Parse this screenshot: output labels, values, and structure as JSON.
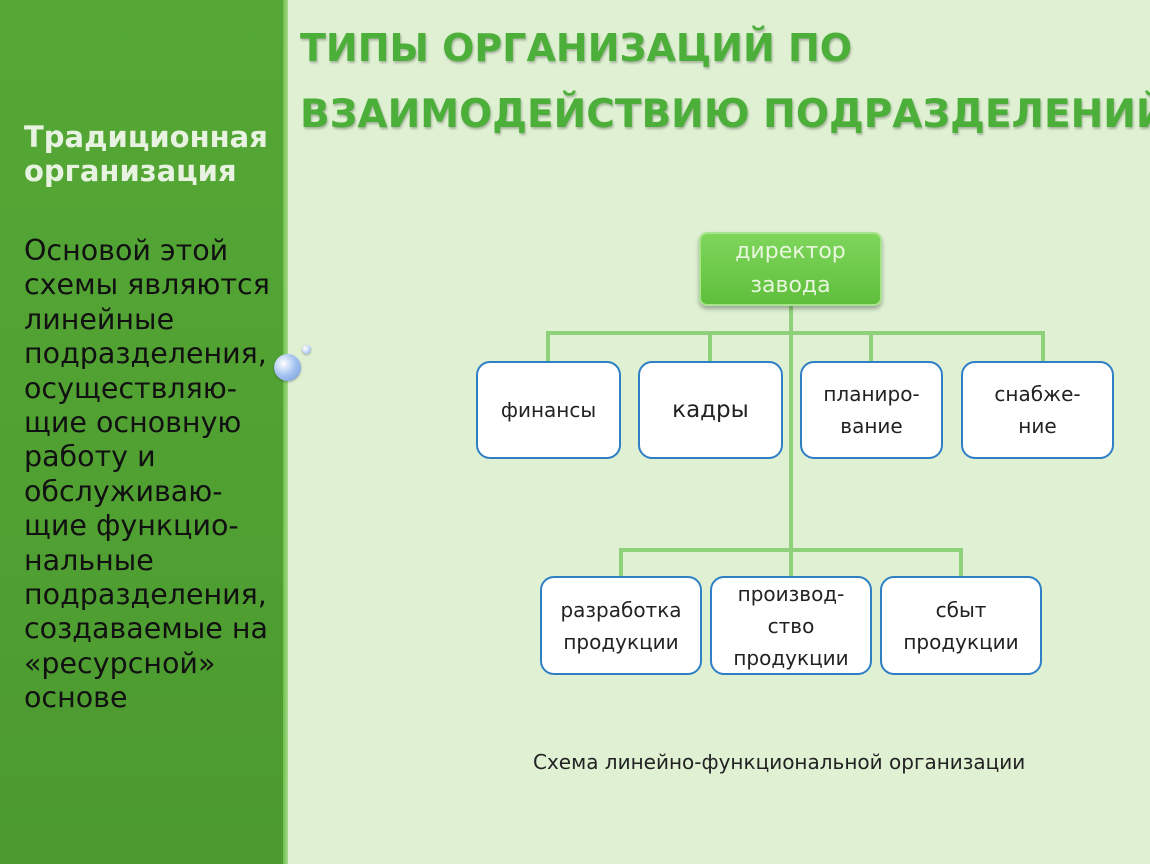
{
  "slide": {
    "title_line1": "ТИПЫ ОРГАНИЗАЦИЙ ПО",
    "title_line2": "ВЗАИМОДЕЙСТВИЮ ПОДРАЗДЕЛЕНИЙ",
    "colors": {
      "sidebar": "#4f9f31",
      "background": "#dff0d3",
      "title": "#4caf39",
      "node_border": "#2f7fc5",
      "connector": "#8fd17a",
      "director_fill": "#6cc948"
    }
  },
  "sidebar": {
    "heading": "Традиционная организация",
    "body": "Основой этой\nсхемы являются\nлинейные\nподразделения,\nосуществляю-\nщие основную\nработу и\nобслуживаю-\nщие функцио-\nнальные\nподразделения,\nсоздаваемые на\n«ресурсной»\nоснове"
  },
  "diagram": {
    "director": "директор\nзавода",
    "functional": [
      "финансы",
      "кадры",
      "планиро-\nвание",
      "снабже-\nние"
    ],
    "line": [
      "разработка\nпродукции",
      "производ-\nство\nпродукции",
      "сбыт\nпродукции"
    ],
    "caption": "Схема линейно-функциональной организации"
  }
}
